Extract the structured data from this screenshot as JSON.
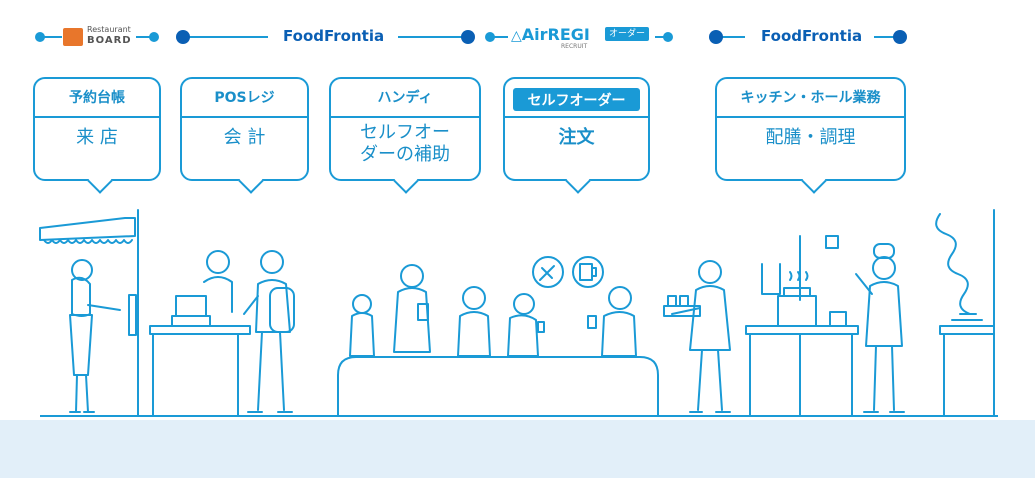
{
  "flow": {
    "restaurant_board_logo": {
      "line1": "Restaurant",
      "line2": "BOARD"
    },
    "foodfrontia_1": "FoodFrontia",
    "airregi_logo": {
      "brand": "AirREGI",
      "badge": "オーダー",
      "byline": "RECRUIT"
    },
    "foodfrontia_2": "FoodFrontia"
  },
  "bubbles": [
    {
      "heading": "予約台帳",
      "body_lines": [
        "来 店"
      ]
    },
    {
      "heading": "POSレジ",
      "body_lines": [
        "会 計"
      ]
    },
    {
      "heading": "ハンディ",
      "body_lines": [
        "セルフオー",
        "ダーの補助"
      ]
    },
    {
      "heading": "セルフオーダー",
      "body_lines": [
        "注文"
      ],
      "highlighted": true
    },
    {
      "heading": "キッチン・ホール業務",
      "body_lines": [
        "配膳・調理"
      ]
    }
  ],
  "colors": {
    "line": "#1a9ad6",
    "accent_dark": "#0a5fb4",
    "ground": "#e2eff9",
    "logo_orange": "#e8762b"
  }
}
